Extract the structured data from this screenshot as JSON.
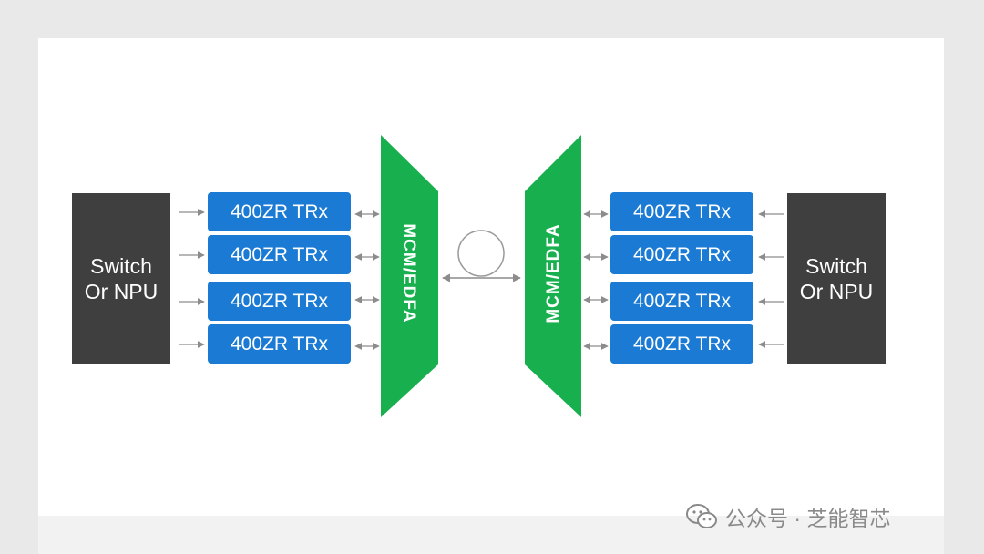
{
  "diagram": {
    "left_switch": {
      "label": "Switch\nOr NPU"
    },
    "right_switch": {
      "label": "Switch\nOr NPU"
    },
    "left_transceivers": [
      "400ZR TRx",
      "400ZR TRx",
      "400ZR TRx",
      "400ZR TRx"
    ],
    "right_transceivers": [
      "400ZR TRx",
      "400ZR TRx",
      "400ZR TRx",
      "400ZR TRx"
    ],
    "left_mux": {
      "label": "MCM/EDFA"
    },
    "right_mux": {
      "label": "MCM/EDFA"
    },
    "colors": {
      "switch": "#3f3f3f",
      "transceiver": "#1a7ad4",
      "mux": "#18b04f",
      "arrow": "#8c8c8c"
    }
  },
  "watermark": {
    "text": "公众号 · 芝能智芯",
    "icon": "wechat-icon"
  }
}
